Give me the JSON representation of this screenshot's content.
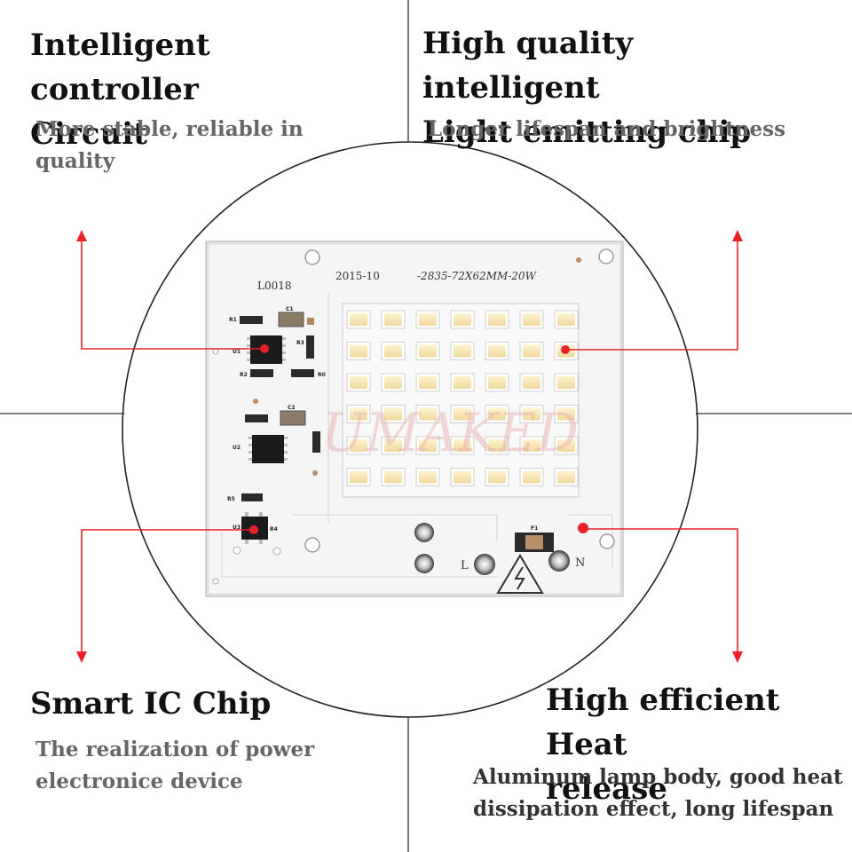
{
  "features": [
    {
      "title_line1": "Intelligent controller",
      "title_line2": "Circuit",
      "desc_line1": "More stable, reliable in",
      "desc_line2": "quality"
    },
    {
      "title_line1": "High quality intelligent",
      "title_line2": "Light emitting chip",
      "desc_line1": "Longer lifespan and brightness",
      "desc_line2": ""
    },
    {
      "title_line1": "Smart IC Chip",
      "title_line2": "",
      "desc_line1": "The realization of power",
      "desc_line2": "electronice device"
    },
    {
      "title_line1": "High efficient Heat",
      "title_line2": "release",
      "desc_line1": "Aluminum lamp body, good heat",
      "desc_line2": "dissipation effect, long lifespan"
    }
  ],
  "board": {
    "model_code": "L0018",
    "date_code": "2015-10",
    "spec_code": "-2835-72X62MM-20W",
    "watermark": "UMAKED",
    "terminal_left": "L",
    "terminal_right": "N",
    "fuse_label": "F1",
    "component_labels": {
      "r1": "R1",
      "c1": "C1",
      "u1": "U1",
      "r3": "R3",
      "r2": "R2",
      "r0": "R0",
      "c2": "C2",
      "u2": "U2",
      "r5": "R5",
      "u3": "U3",
      "r4": "R4"
    }
  },
  "colors": {
    "pointer_red": "#e8202a",
    "led": "#f5e4b4",
    "board": "#f4f4f4",
    "heading": "#111111",
    "subtext": "#666666"
  },
  "icons": {
    "warning": "high-voltage-warning-icon"
  }
}
